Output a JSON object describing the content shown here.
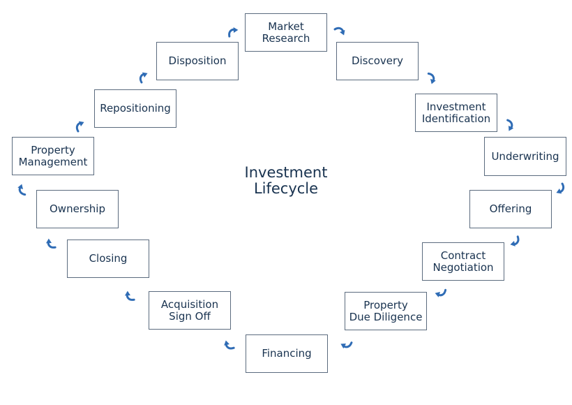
{
  "center_title": "Investment\nLifecycle",
  "colors": {
    "box_border": "#5b6b7e",
    "text": "#18324f",
    "arrow": "#2f6cb5"
  },
  "icon": "curved-arrow-icon",
  "stages": [
    {
      "id": "market-research",
      "label": "Market\nResearch"
    },
    {
      "id": "discovery",
      "label": "Discovery"
    },
    {
      "id": "investment-identification",
      "label": "Investment\nIdentification"
    },
    {
      "id": "underwriting",
      "label": "Underwriting"
    },
    {
      "id": "offering",
      "label": "Offering"
    },
    {
      "id": "contract-negotiation",
      "label": "Contract\nNegotiation"
    },
    {
      "id": "property-due-diligence",
      "label": "Property\nDue Diligence"
    },
    {
      "id": "financing",
      "label": "Financing"
    },
    {
      "id": "acquisition-sign-off",
      "label": "Acquisition\nSign Off"
    },
    {
      "id": "closing",
      "label": "Closing"
    },
    {
      "id": "ownership",
      "label": "Ownership"
    },
    {
      "id": "property-management",
      "label": "Property\nManagement"
    },
    {
      "id": "repositioning",
      "label": "Repositioning"
    },
    {
      "id": "disposition",
      "label": "Disposition"
    }
  ]
}
